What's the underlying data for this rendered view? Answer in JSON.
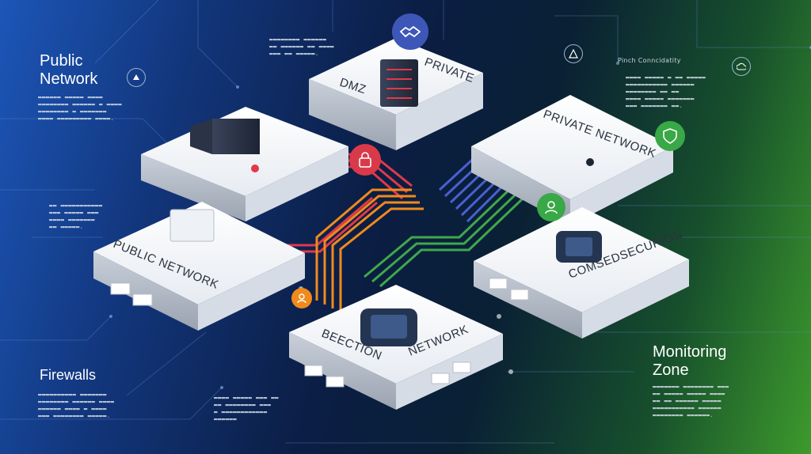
{
  "left_title": "Public\nNetwork",
  "left_title_line1": "Public",
  "left_title_line2": "Network",
  "firewalls_title": "Firewalls",
  "monitoring_title_line1": "Monitoring",
  "monitoring_title_line2": "Zone",
  "top_right_caption": "Pinch Conncidatity",
  "tiles": {
    "dmz_left": "DMZ",
    "dmz_right": "PRIVATE",
    "private_network": "PRIVATE NETWORK",
    "public_network": "PUBLIC NETWORK",
    "comsecurion": "COMSEDSECURION",
    "section": "BEECTION",
    "network": "NETWORK"
  },
  "colors": {
    "red": "#e0394a",
    "orange": "#f08a1c",
    "green": "#3fa84a",
    "blue": "#4b5fd1",
    "icon_blue": "#3d57b8",
    "icon_red": "#d93a4a",
    "icon_green": "#39a846"
  },
  "icons": [
    "handshake-icon",
    "server-icon",
    "lock-icon",
    "agent-icon",
    "shield-icon",
    "chip-icon",
    "database-icon",
    "people-icon"
  ]
}
